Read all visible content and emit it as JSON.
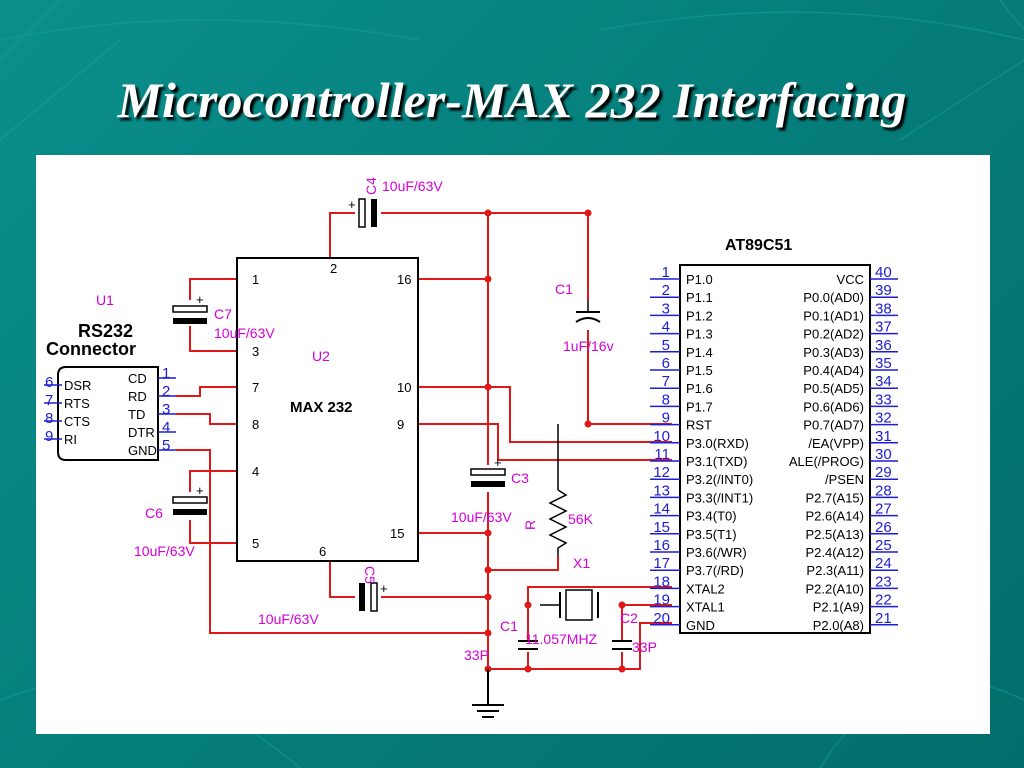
{
  "title": "Microcontroller-MAX 232 Interfacing",
  "colors": {
    "background": "#087f7c",
    "wire": "#e01818",
    "component_label": "#d400d4",
    "pin_number": "#1d1dd6",
    "junction": "#e01818"
  },
  "connector": {
    "ref": "U1",
    "name_line1": "RS232",
    "name_line2": "Connector",
    "left_pins": [
      {
        "num": "6",
        "label": "DSR"
      },
      {
        "num": "7",
        "label": "RTS"
      },
      {
        "num": "8",
        "label": "CTS"
      },
      {
        "num": "9",
        "label": "RI"
      }
    ],
    "right_pins": [
      {
        "num": "1",
        "label": "CD"
      },
      {
        "num": "2",
        "label": "RD"
      },
      {
        "num": "3",
        "label": "TD"
      },
      {
        "num": "4",
        "label": "DTR"
      },
      {
        "num": "5",
        "label": "GND"
      }
    ]
  },
  "max232": {
    "ref": "U2",
    "name": "MAX 232",
    "left_pins": [
      "1",
      "3",
      "7",
      "8",
      "4",
      "5"
    ],
    "top_pin": "2",
    "bottom_pin": "6",
    "right_pins": [
      "16",
      "10",
      "9",
      "15"
    ]
  },
  "capacitors": {
    "c4": {
      "ref": "C4",
      "value": "10uF/63V"
    },
    "c7": {
      "ref": "C7",
      "value": "10uF/63V"
    },
    "c6": {
      "ref": "C6",
      "value": "10uF/63V"
    },
    "c5": {
      "ref": "C5",
      "value": "10uF/63V"
    },
    "c3": {
      "ref": "C3",
      "value": "10uF/63V"
    },
    "c1_top": {
      "ref": "C1",
      "value": "1uF/16v"
    },
    "c1_bottom": {
      "ref": "C1",
      "value": "33P"
    },
    "c2": {
      "ref": "C2",
      "value": "33P"
    }
  },
  "resistor": {
    "ref": "R",
    "value": "56K"
  },
  "crystal": {
    "ref": "X1",
    "value": "11.057MHZ"
  },
  "mcu": {
    "name": "AT89C51",
    "left_pins": [
      {
        "num": "1",
        "label": "P1.0"
      },
      {
        "num": "2",
        "label": "P1.1"
      },
      {
        "num": "3",
        "label": "P1.2"
      },
      {
        "num": "4",
        "label": "P1.3"
      },
      {
        "num": "5",
        "label": "P1.4"
      },
      {
        "num": "6",
        "label": "P1.5"
      },
      {
        "num": "7",
        "label": "P1.6"
      },
      {
        "num": "8",
        "label": "P1.7"
      },
      {
        "num": "9",
        "label": "RST"
      },
      {
        "num": "10",
        "label": "P3.0(RXD)"
      },
      {
        "num": "11",
        "label": "P3.1(TXD)"
      },
      {
        "num": "12",
        "label": "P3.2(/INT0)"
      },
      {
        "num": "13",
        "label": "P3.3(/INT1)"
      },
      {
        "num": "14",
        "label": "P3.4(T0)"
      },
      {
        "num": "15",
        "label": "P3.5(T1)"
      },
      {
        "num": "16",
        "label": "P3.6(/WR)"
      },
      {
        "num": "17",
        "label": "P3.7(/RD)"
      },
      {
        "num": "18",
        "label": "XTAL2"
      },
      {
        "num": "19",
        "label": "XTAL1"
      },
      {
        "num": "20",
        "label": "GND"
      }
    ],
    "right_pins": [
      {
        "num": "40",
        "label": "VCC"
      },
      {
        "num": "39",
        "label": "P0.0(AD0)"
      },
      {
        "num": "38",
        "label": "P0.1(AD1)"
      },
      {
        "num": "37",
        "label": "P0.2(AD2)"
      },
      {
        "num": "36",
        "label": "P0.3(AD3)"
      },
      {
        "num": "35",
        "label": "P0.4(AD4)"
      },
      {
        "num": "34",
        "label": "P0.5(AD5)"
      },
      {
        "num": "33",
        "label": "P0.6(AD6)"
      },
      {
        "num": "32",
        "label": "P0.7(AD7)"
      },
      {
        "num": "31",
        "label": "/EA(VPP)"
      },
      {
        "num": "30",
        "label": "ALE(/PROG)"
      },
      {
        "num": "29",
        "label": "/PSEN"
      },
      {
        "num": "28",
        "label": "P2.7(A15)"
      },
      {
        "num": "27",
        "label": "P2.6(A14)"
      },
      {
        "num": "26",
        "label": "P2.5(A13)"
      },
      {
        "num": "25",
        "label": "P2.4(A12)"
      },
      {
        "num": "24",
        "label": "P2.3(A11)"
      },
      {
        "num": "23",
        "label": "P2.2(A10)"
      },
      {
        "num": "22",
        "label": "P2.1(A9)"
      },
      {
        "num": "21",
        "label": "P2.0(A8)"
      }
    ]
  }
}
